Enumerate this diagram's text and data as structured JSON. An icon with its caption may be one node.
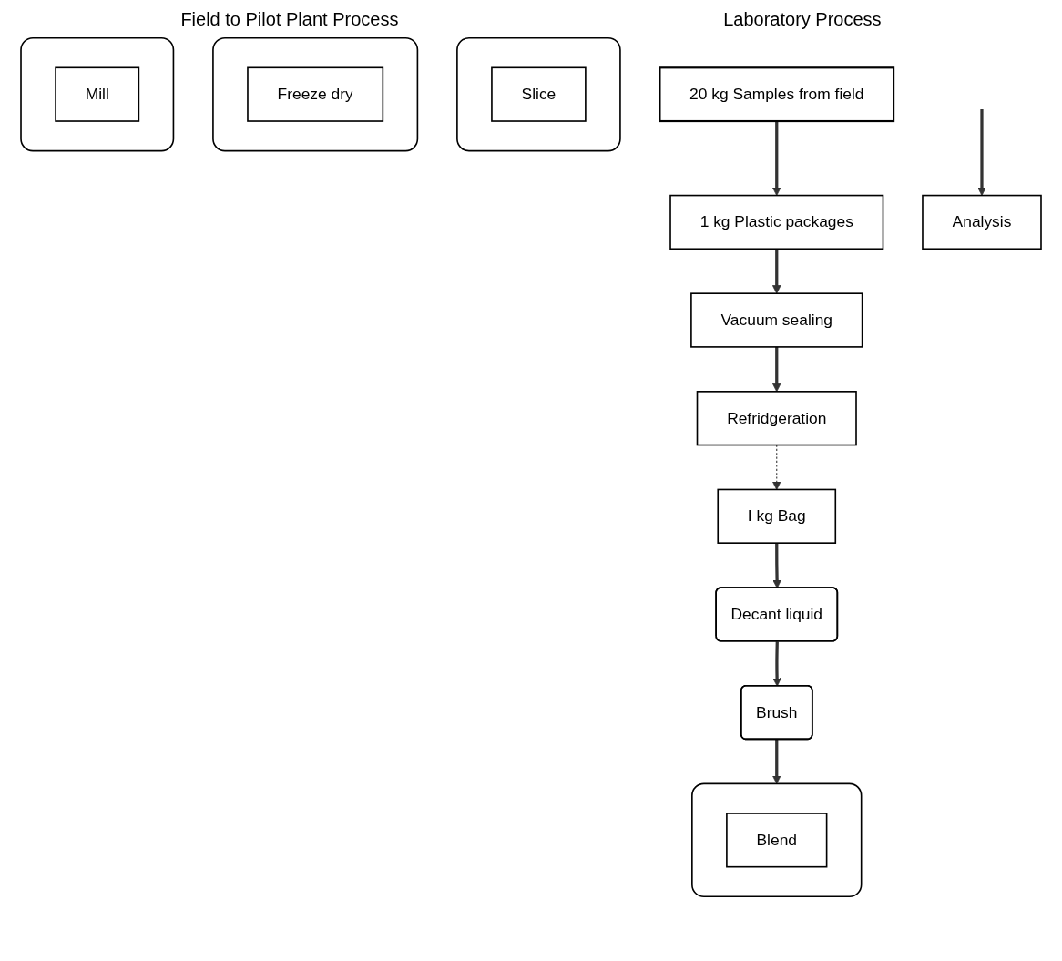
{
  "diagram": {
    "nodes": [
      {
        "text": [
          "20 kg Samples from field"
        ]
      },
      {
        "text": [
          "1 kg Plastic packages"
        ]
      },
      {
        "text": [
          "Vacuum sealing"
        ]
      },
      {
        "text": [
          "Refridgeration"
        ]
      },
      {
        "text": [
          "I kg Bag"
        ]
      },
      {
        "text": [
          "Decant liquid"
        ]
      },
      {
        "text": [
          "Brush"
        ]
      },
      {
        "text": [],
        "shape": "box"
      },
      {
        "text": [
          "Slice"
        ],
        "in": 7
      },
      {
        "text": [],
        "shape": "box"
      },
      {
        "text": [
          "Blend"
        ],
        "in": 9
      },
      {
        "text": [],
        "shape": "box"
      },
      {
        "text": [
          "Freeze dry"
        ],
        "in": 11
      },
      {
        "text": [],
        "shape": "box"
      },
      {
        "text": [
          "Mill"
        ],
        "in": 13
      },
      {
        "text": [
          "Analysis"
        ]
      }
    ],
    "edges": [
      {
        "from": 0,
        "to": 1,
        "arrow": "to"
      },
      {
        "from": 1,
        "to": 2,
        "arrow": "to"
      },
      {
        "from": 2,
        "to": 3,
        "arrow": "to"
      },
      {
        "from": 3,
        "to": 4,
        "arrow": "to",
        "style": "dashed"
      },
      {
        "from": 4,
        "to": 5,
        "arrow": "to"
      },
      {
        "from": 5,
        "to": 6,
        "arrow": "to"
      },
      {
        "from": 6,
        "to": 9,
        "arrow": "to"
      },
      {
        "from": null,
        "to": 15,
        "arrow": "to"
      }
    ],
    "labels": [
      "Field to Pilot Plant Process",
      "Laboratory Process"
    ]
  }
}
